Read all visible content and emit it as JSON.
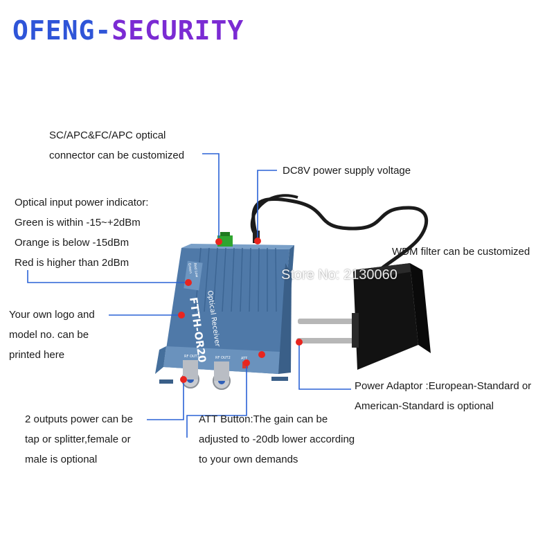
{
  "brand": {
    "part1": "OFENG-",
    "part2": "SECURITY"
  },
  "watermark": "Store No: 2130060",
  "callouts": {
    "connector": [
      "SC/APC&FC/APC optical",
      "connector can be customized"
    ],
    "power_supply": [
      "DC8V power supply voltage"
    ],
    "indicator": [
      "Optical input power indicator:",
      "Green is within -15~+2dBm",
      "Orange is below -15dBm",
      "Red is higher than 2dBm"
    ],
    "wdm": [
      "WDM filter can be customized"
    ],
    "logo": [
      "Your own logo and",
      "model no. can be",
      "printed here"
    ],
    "adaptor": [
      "Power Adaptor :European-Standard or",
      "American-Standard is optional"
    ],
    "outputs": [
      "2 outputs power can be",
      "tap or splitter,female or",
      "male is optional"
    ],
    "att": [
      "ATT Button:The gain can be",
      "adjusted to -20db lower according",
      "to your own demands"
    ]
  },
  "device": {
    "title": "Optical Receiver",
    "model": "FTTH-OR20",
    "led_labels": [
      "Green",
      "Red Low"
    ],
    "port1": "RF OUT1",
    "port2": "RF OUT2",
    "att": "ATT"
  },
  "colors": {
    "brand_blue": "#2f55d8",
    "brand_purple": "#7b2bd3",
    "leader_blue": "#2a62d6",
    "dot_red": "#e8251f",
    "device_blue": "#5a86b4"
  }
}
